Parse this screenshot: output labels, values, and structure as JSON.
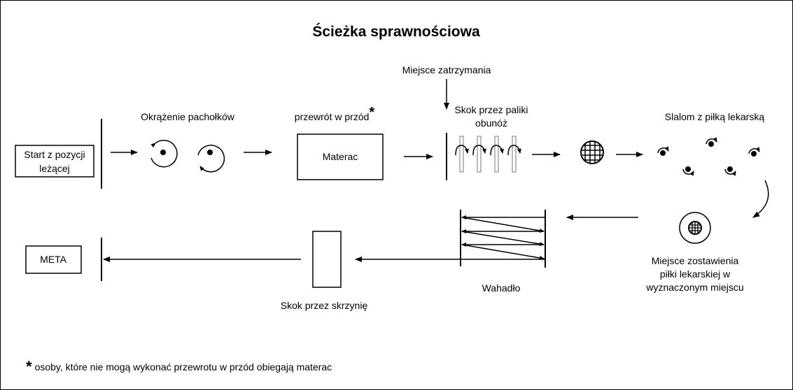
{
  "title": "Ścieżka sprawnościowa",
  "stop_place": "Miejsce zatrzymania",
  "start": {
    "line1": "Start z pozycji",
    "line2": "leżącej"
  },
  "cones": "Okrążenie pachołków",
  "roll": {
    "label": "przewrót w przód",
    "asterisk": "*",
    "mat": "Materac"
  },
  "poles": {
    "line1": "Skok przez paliki",
    "line2": "obunóż"
  },
  "slalom": "Slalom z piłką lekarską",
  "ball_place": {
    "line1": "Miejsce zostawienia",
    "line2": "piłki lekarskiej w",
    "line3": "wyznaczonym miejscu"
  },
  "pendulum": "Wahadło",
  "box_jump": "Skok przez skrzynię",
  "finish": "META",
  "footnote": {
    "asterisk": "*",
    "text": "osoby, które nie mogą wykonać przewrotu w przód obiegają materac"
  }
}
